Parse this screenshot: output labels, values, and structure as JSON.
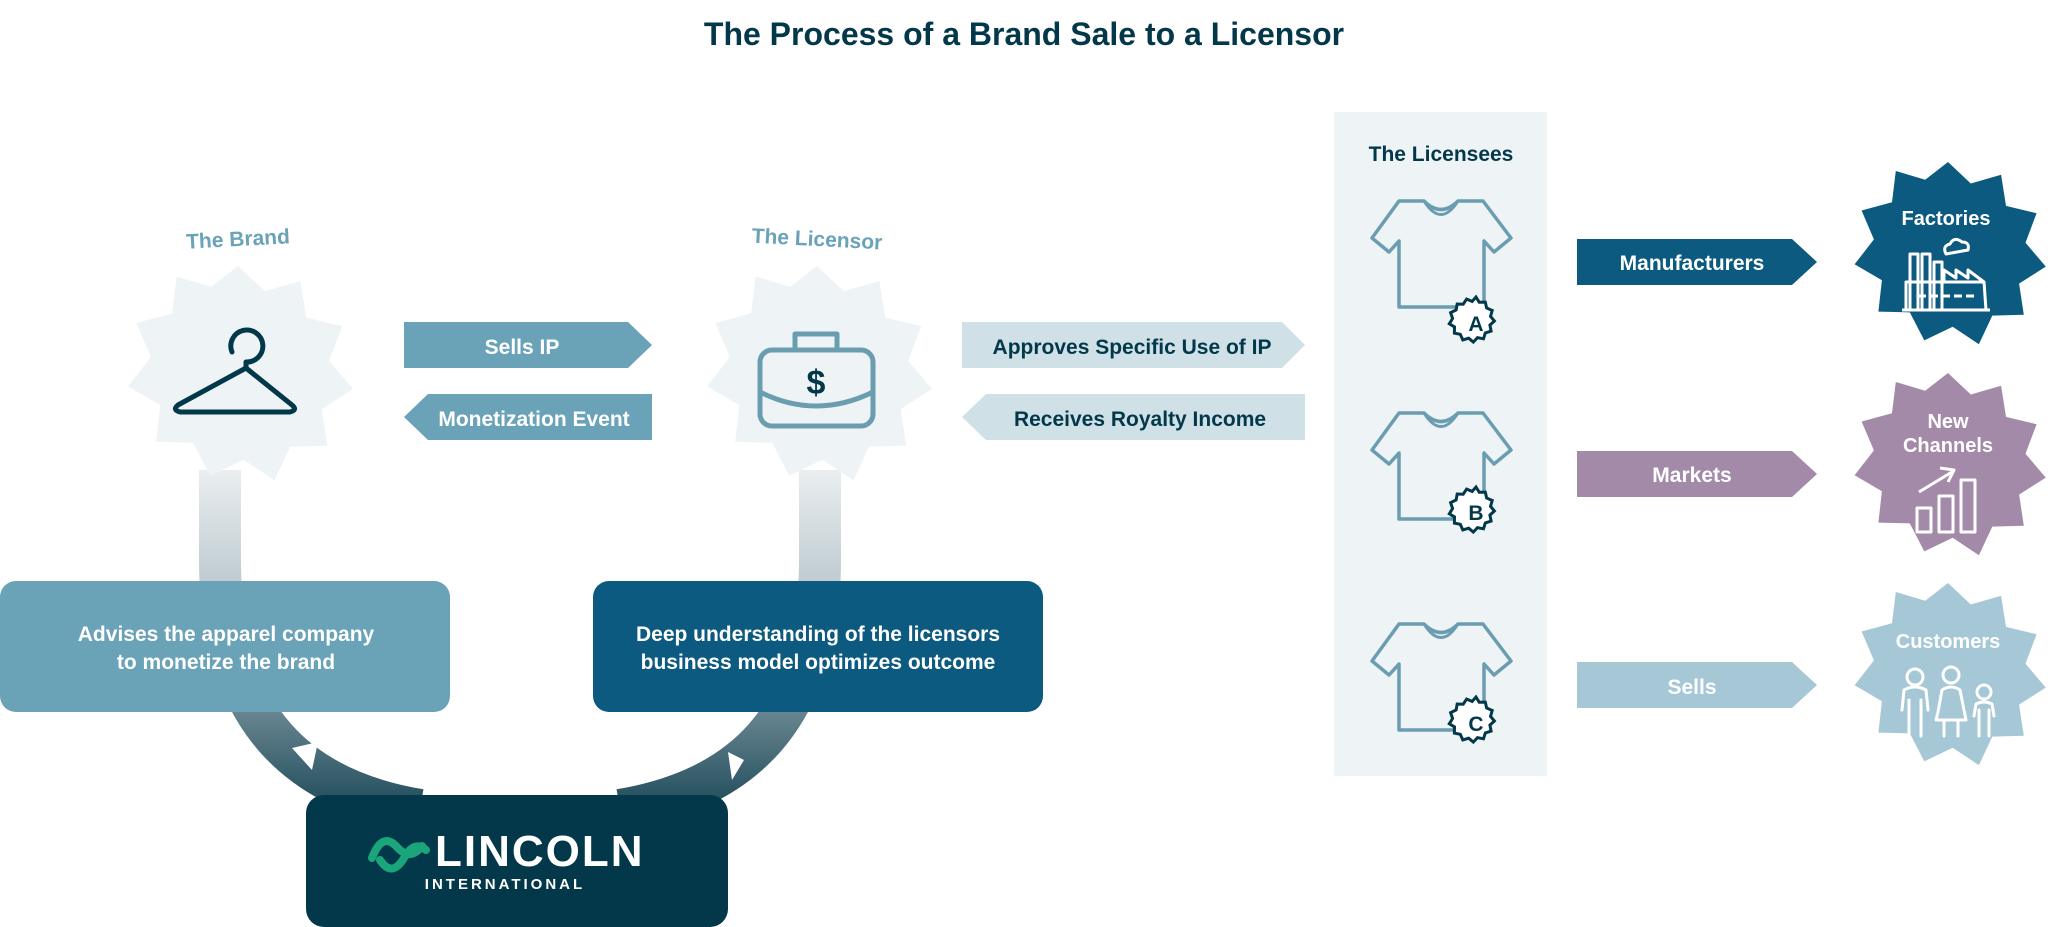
{
  "title": "The Process of a Brand Sale to a Licensor",
  "brand": {
    "label": "The Brand",
    "icon": "hanger-icon"
  },
  "licensor": {
    "label": "The Licensor",
    "icon": "briefcase-dollar-icon",
    "symbol": "$"
  },
  "arrows_brand_licensor": [
    {
      "label": "Sells IP",
      "direction": "right"
    },
    {
      "label": "Monetization Event",
      "direction": "left"
    }
  ],
  "arrows_licensor_licensees": [
    {
      "label": "Approves Specific Use of IP",
      "direction": "right"
    },
    {
      "label": "Receives Royalty Income",
      "direction": "left"
    }
  ],
  "licensees": {
    "title": "The Licensees",
    "items": [
      {
        "badge": "A",
        "icon": "tshirt-icon"
      },
      {
        "badge": "B",
        "icon": "tshirt-icon"
      },
      {
        "badge": "C",
        "icon": "tshirt-icon"
      }
    ]
  },
  "outcomes": [
    {
      "arrow": "Manufacturers",
      "badge": "Factories",
      "icon": "factory-icon",
      "color": "#0c5a80"
    },
    {
      "arrow": "Markets",
      "badge": "New Channels",
      "icon": "growth-chart-icon",
      "color": "#a38aa8"
    },
    {
      "arrow": "Sells",
      "badge": "Customers",
      "icon": "family-icon",
      "color": "#a6c8d6"
    }
  ],
  "advisor_boxes": [
    {
      "text": "Advises the apparel company to monetize the brand",
      "color": "#6aa3b8"
    },
    {
      "text": "Deep understanding of the licensors business model optimizes outcome",
      "color": "#0c5a80"
    }
  ],
  "logo": {
    "name": "LINCOLN",
    "sub": "INTERNATIONAL",
    "icon": "lincoln-wave-icon"
  },
  "colors": {
    "dark_teal": "#03384a",
    "steel_blue": "#6aa3b8",
    "navy": "#0c5a80",
    "pale": "#eef3f6",
    "arrow_pale": "#cfe0e7",
    "icon_stroke": "#6a9db0",
    "green_accent": "#1aa57b"
  }
}
